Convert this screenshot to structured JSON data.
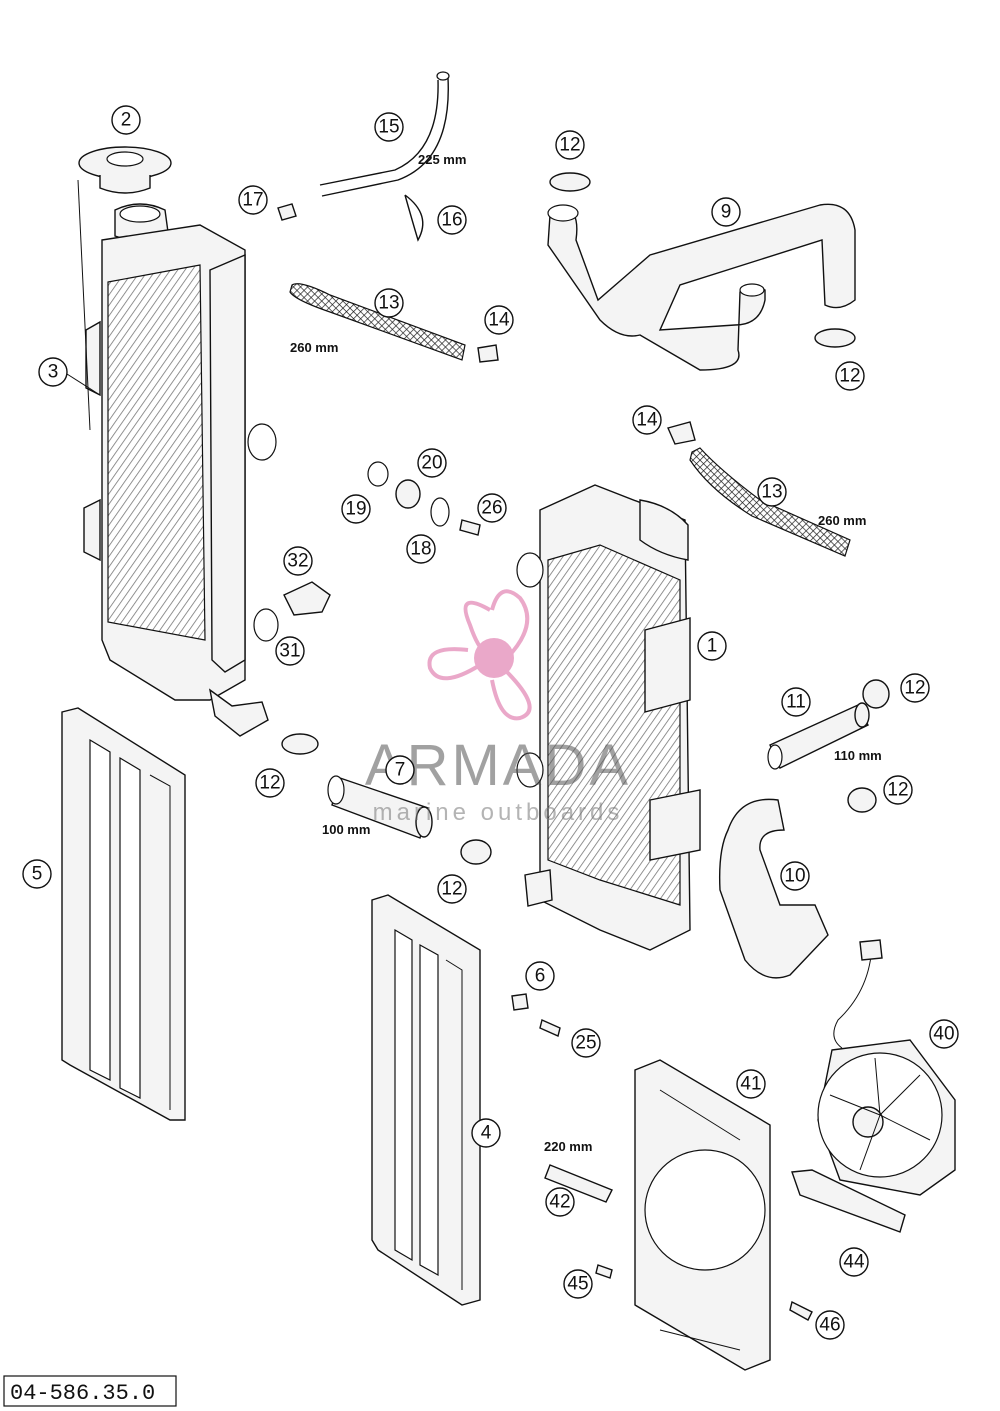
{
  "drawing_code": "04-586.35.0",
  "watermark": {
    "brand": "ARMADA",
    "tagline": "marine outboards",
    "accent_color": "#e79ac0",
    "icon": "propeller-logo-icon"
  },
  "callouts": {
    "c1": "1",
    "c2": "2",
    "c3": "3",
    "c4": "4",
    "c5": "5",
    "c6": "6",
    "c7": "7",
    "c9": "9",
    "c10": "10",
    "c11": "11",
    "c12a": "12",
    "c12b": "12",
    "c12c": "12",
    "c12d": "12",
    "c12e": "12",
    "c12f": "12",
    "c13a": "13",
    "c13b": "13",
    "c14a": "14",
    "c14b": "14",
    "c15": "15",
    "c16": "16",
    "c17": "17",
    "c18": "18",
    "c19": "19",
    "c20": "20",
    "c25": "25",
    "c26": "26",
    "c31": "31",
    "c32": "32",
    "c40": "40",
    "c41": "41",
    "c42": "42",
    "c44": "44",
    "c45": "45",
    "c46": "46"
  },
  "dimensions": {
    "d225": "225 mm",
    "d260a": "260 mm",
    "d260b": "260 mm",
    "d110": "110 mm",
    "d100": "100 mm",
    "d220": "220 mm"
  }
}
